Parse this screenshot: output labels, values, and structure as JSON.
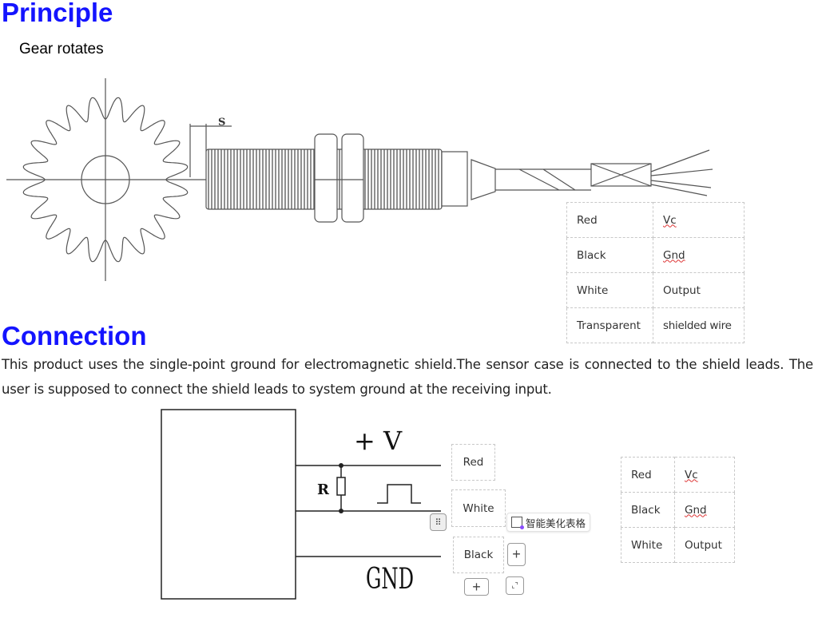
{
  "principle": {
    "title": "Principle",
    "subtitle": "Gear rotates",
    "gap_label": "S"
  },
  "wire_table": [
    [
      "Red",
      "Vc"
    ],
    [
      "Black",
      "Gnd"
    ],
    [
      "White",
      "Output"
    ],
    [
      "Transparent",
      "shielded wire"
    ]
  ],
  "connection": {
    "title": "Connection",
    "text": "This product uses the single-point ground for electromagnetic shield.The sensor case is connected to the shield leads. The user is supposed to connect the shield leads to system ground at the receiving input."
  },
  "circuit": {
    "vplus": "+ V",
    "resistor": "R",
    "gnd": "GND",
    "cells": [
      "Red",
      "White",
      "Black"
    ]
  },
  "wire_table2": [
    [
      "Red",
      "Vc"
    ],
    [
      "Black",
      "Gnd"
    ],
    [
      "White",
      "Output"
    ]
  ],
  "toolbar": {
    "beautify_label": "智能美化表格",
    "add": "+",
    "handle": "⠿",
    "expand": "⌞⌝"
  }
}
